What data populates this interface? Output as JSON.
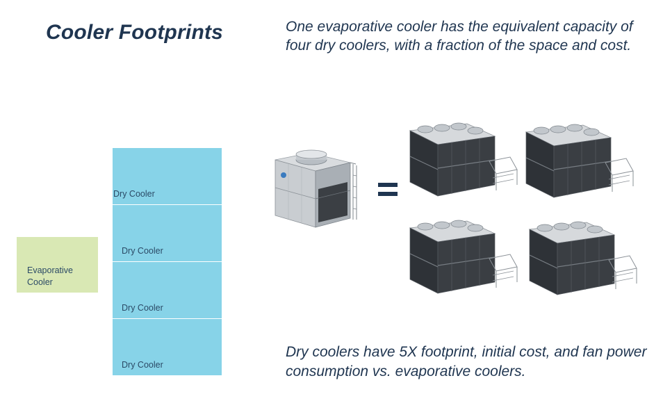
{
  "title": "Cooler Footprints",
  "subtitle": "One evaporative cooler has the equivalent capacity of four dry coolers, with a fraction of the space and cost.",
  "footprint_diagram": {
    "evaporative_label": "Evaporative Cooler",
    "dry_labels": [
      "Dry Cooler",
      "Dry Cooler",
      "Dry Cooler",
      "Dry Cooler"
    ]
  },
  "equation": {
    "symbol": "="
  },
  "bottom_note": "Dry coolers have 5X footprint, initial cost, and fan power consumption vs. evaporative coolers.",
  "colors": {
    "dry_cooler_fill": "#87d3e8",
    "evaporative_fill": "#d9e8b4",
    "heading_text": "#1f3550"
  }
}
